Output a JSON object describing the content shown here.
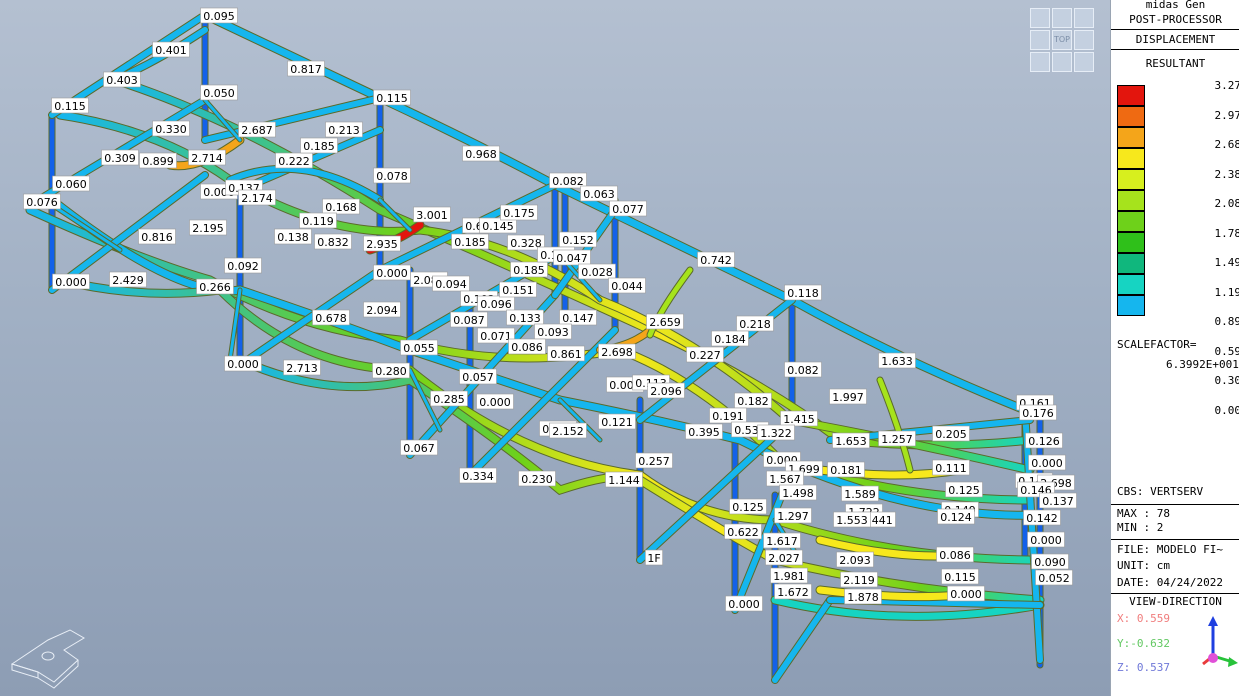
{
  "panel": {
    "app_name": "midas Gen",
    "module": "POST-PROCESSOR",
    "result_type": "DISPLACEMENT",
    "component": "RESULTANT",
    "legend_values": [
      "3.27",
      "2.97",
      "2.68",
      "2.38",
      "2.08",
      "1.78",
      "1.49",
      "1.19",
      "0.89",
      "0.59",
      "0.30",
      "0.00"
    ],
    "legend_colors": [
      "#e3150d",
      "#ef6a12",
      "#f4a51a",
      "#f7e81c",
      "#d7ef1e",
      "#a6e31c",
      "#6ed11a",
      "#2fc01a",
      "#10b77d",
      "#16d4c2",
      "#15b6ee",
      "#1361e9"
    ],
    "scalefactor_label": "SCALEFACTOR=",
    "scalefactor_value": "6.3992E+001",
    "cbs": "CBS: VERTSERV",
    "max": "MAX : 78",
    "min": "MIN : 2",
    "file": "FILE: MODELO FI~",
    "unit": "UNIT: cm",
    "date": "DATE: 04/24/2022",
    "view_direction_title": "VIEW-DIRECTION",
    "view_x": "X: 0.559",
    "view_y": "Y:-0.632",
    "view_z": "Z: 0.537"
  },
  "view_cube": {
    "top_label": "TOP"
  },
  "node_labels": [
    "0.095",
    "0.401",
    "0.817",
    "0.403",
    "0.050",
    "0.115",
    "0.115",
    "0.330",
    "2.687",
    "0.213",
    "0.309",
    "0.899",
    "2.714",
    "0.222",
    "0.185",
    "0.968",
    "0.060",
    "0.000",
    "0.137",
    "2.174",
    "0.078",
    "0.082",
    "0.063",
    "0.076",
    "0.168",
    "0.119",
    "3.001",
    "0.644",
    "0.145",
    "0.175",
    "0.077",
    "0.816",
    "2.195",
    "0.138",
    "0.832",
    "2.935",
    "0.185",
    "0.328",
    "0.152",
    "0.092",
    "0.000",
    "2.084",
    "0.094",
    "0.185",
    "0.138",
    "0.047",
    "0.028",
    "0.742",
    "0.000",
    "2.429",
    "0.266",
    "0.102",
    "0.096",
    "0.151",
    "0.044",
    "0.118",
    "0.678",
    "2.094",
    "0.087",
    "0.133",
    "0.147",
    "0.071",
    "0.093",
    "2.659",
    "0.218",
    "0.055",
    "0.086",
    "0.861",
    "2.698",
    "0.184",
    "0.227",
    "0.000",
    "2.713",
    "0.280",
    "0.057",
    "1.633",
    "0.000",
    "0.113",
    "2.096",
    "0.082",
    "0.285",
    "0.000",
    "0.182",
    "1.415",
    "1.997",
    "0.161",
    "0.176",
    "0.781",
    "2.152",
    "0.121",
    "0.191",
    "0.531",
    "1.322",
    "1.653",
    "1.257",
    "0.205",
    "0.126",
    "0.395",
    "0.000",
    "1.699",
    "0.181",
    "0.000",
    "0.067",
    "0.257",
    "1.567",
    "0.111",
    "0.140",
    "2.698",
    "0.230",
    "1.144",
    "1.498",
    "1.589",
    "0.125",
    "0.146",
    "0.137",
    "0.125",
    "1.297",
    "1.722",
    "1.441",
    "0.149",
    "0.142",
    "0.622",
    "1.617",
    "1.553",
    "0.124",
    "0.000",
    "0.334",
    "2.027",
    "2.093",
    "0.086",
    "0.090",
    "1.981",
    "2.119",
    "0.115",
    "0.052",
    "1.672",
    "1.878",
    "0.000",
    "0.000",
    "1F"
  ]
}
